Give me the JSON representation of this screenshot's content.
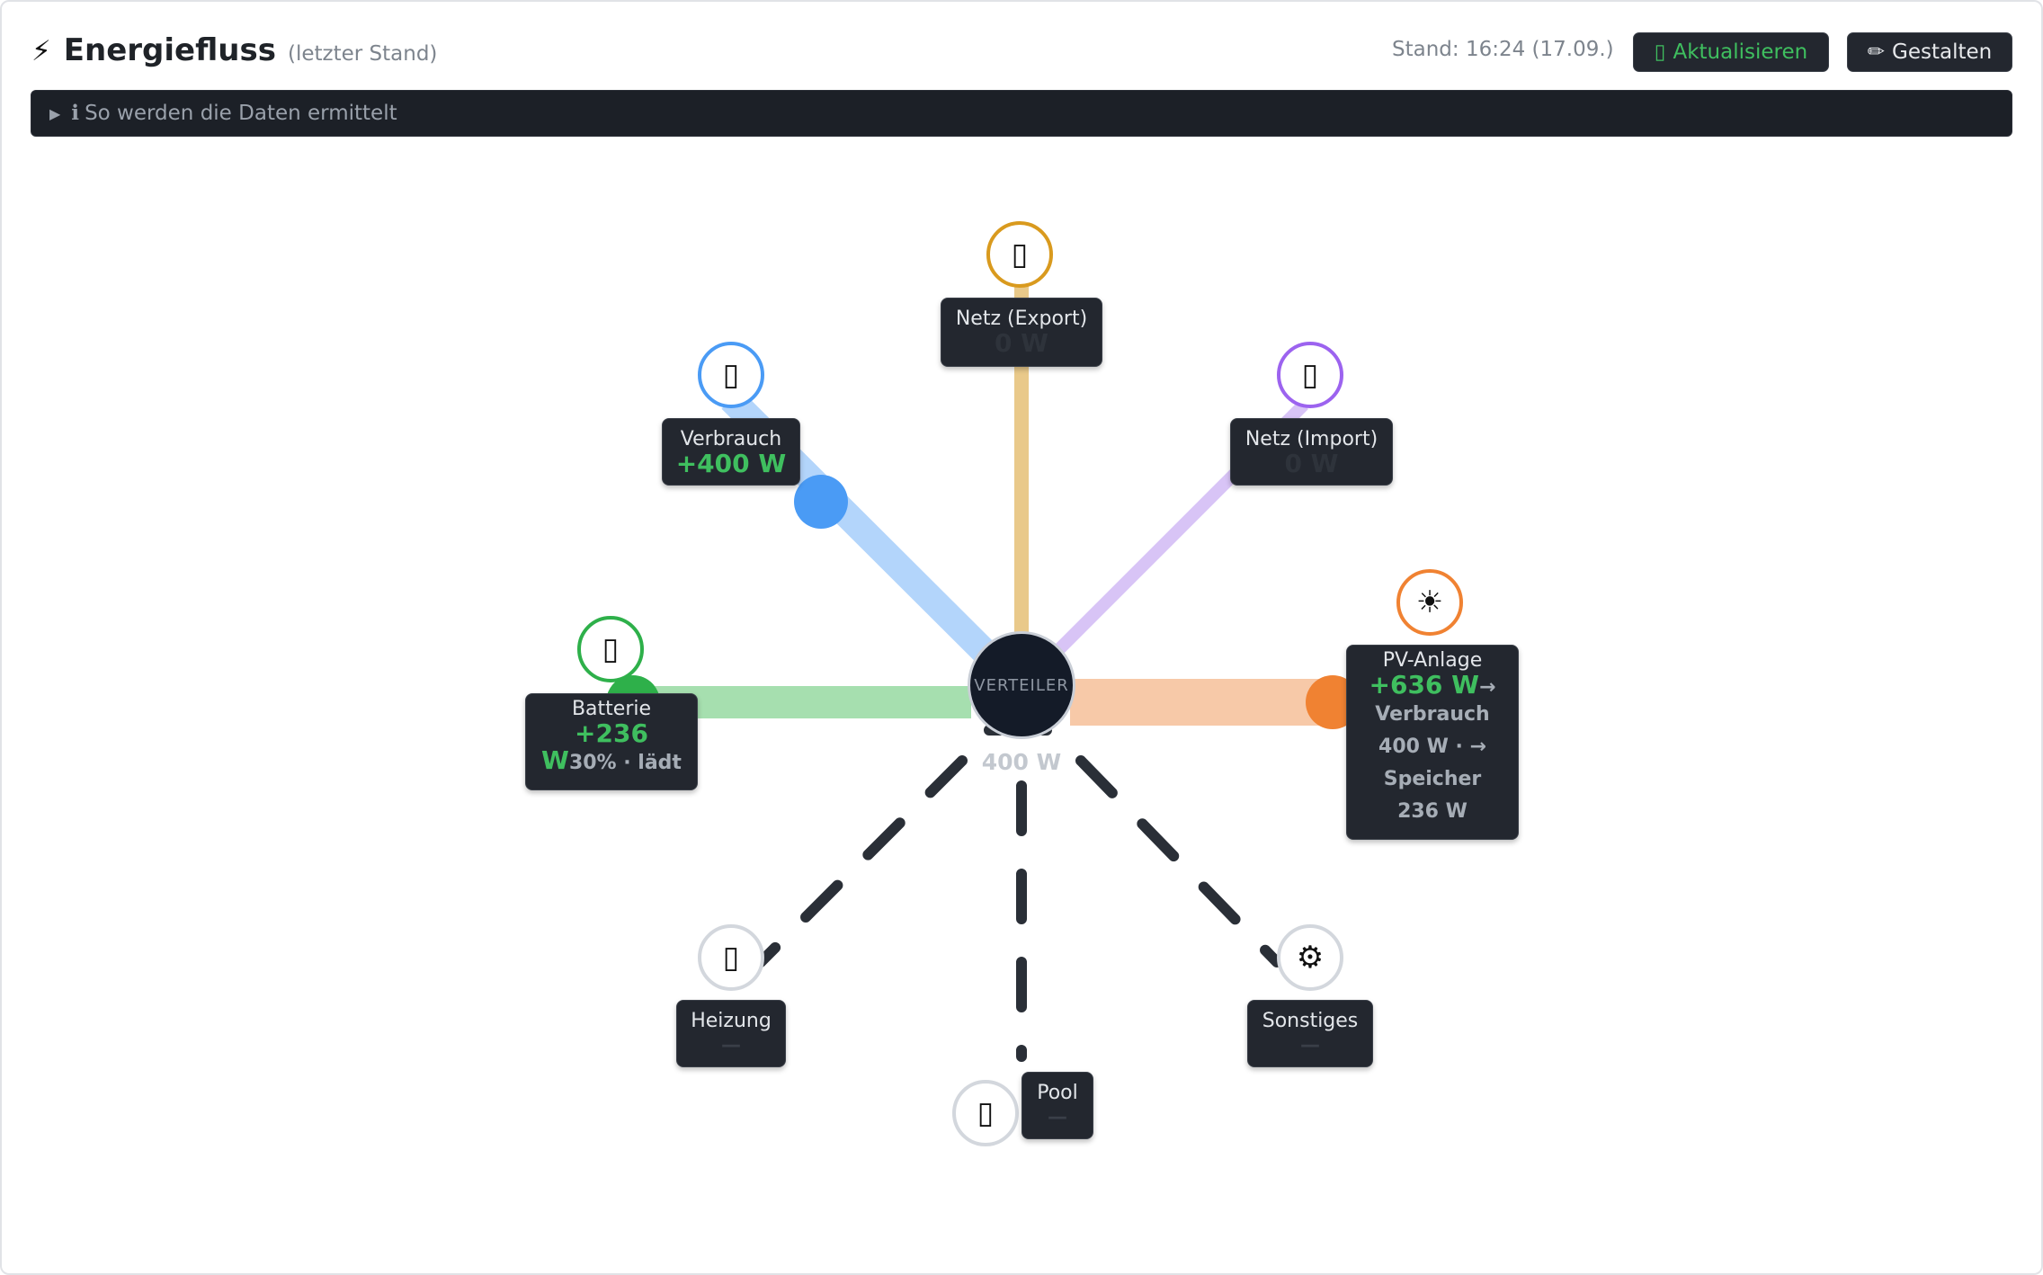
{
  "header": {
    "bolt_icon": "⚡",
    "title": "Energiefluss",
    "subtitle": "(letzter Stand)",
    "stand": "Stand: 16:24 (17.09.)",
    "refresh_icon": "▯",
    "refresh_label": "Aktualisieren",
    "design_icon": "✏",
    "design_label": "Gestalten"
  },
  "info": {
    "label": "So werden die Daten ermittelt",
    "expanded": false
  },
  "hub": {
    "label": "VERTEILER",
    "value": "400 W"
  },
  "nodes": {
    "export": {
      "icon": "▯",
      "icon_name": "grid-export-icon",
      "name": "Netz (Export)",
      "value": "0 W",
      "color": "#d99a1e"
    },
    "consumption": {
      "icon": "▯",
      "icon_name": "home-consumption-icon",
      "name": "Verbrauch",
      "value": "+400 W",
      "color": "#4a9bf5"
    },
    "import": {
      "icon": "▯",
      "icon_name": "grid-import-icon",
      "name": "Netz (Import)",
      "value": "0 W",
      "color": "#9c63ef"
    },
    "battery": {
      "icon": "▯",
      "icon_name": "battery-icon",
      "name": "Batterie",
      "value_line1": "+236",
      "value_line2": "W",
      "status": "30% · lädt",
      "color": "#2eb04a"
    },
    "pv": {
      "icon": "☀",
      "icon_name": "sun-icon",
      "name": "PV-Anlage",
      "value": "+636 W",
      "arrow": "→",
      "detail_1": "Verbrauch",
      "detail_2": "400 W · →",
      "detail_3": "Speicher",
      "detail_4": "236 W",
      "color": "#f08232"
    },
    "heating": {
      "icon": "▯",
      "icon_name": "heating-icon",
      "name": "Heizung",
      "value": "—"
    },
    "pool": {
      "icon": "▯",
      "icon_name": "pool-icon",
      "name": "Pool",
      "value": "—"
    },
    "other": {
      "icon": "⚙",
      "icon_name": "gear-icon",
      "name": "Sonstiges",
      "value": "—"
    }
  },
  "colors": {
    "consumption_line": "#b3d5fb",
    "export_line": "#e9c98a",
    "import_line": "#d8c4f6",
    "battery_line": "#a6dfaf",
    "pv_line": "#f7c9a8",
    "dashed_line": "#2a2f37"
  }
}
